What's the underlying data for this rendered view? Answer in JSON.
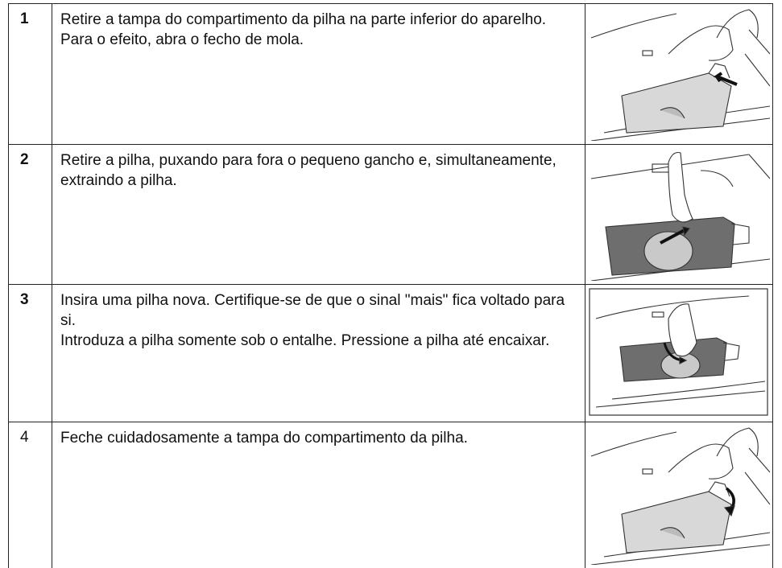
{
  "steps": [
    {
      "number": "1",
      "bold": true,
      "lines": [
        "Retire a tampa do compartimento da pilha na parte inferior do aparelho. Para o efeito, abra o fecho de mola."
      ],
      "image_icon": "open-cover-illustration"
    },
    {
      "number": "2",
      "bold": true,
      "lines": [
        "Retire a pilha, puxando para fora o pequeno gancho e, simultaneamente, extraindo a pilha."
      ],
      "image_icon": "remove-battery-illustration"
    },
    {
      "number": "3",
      "bold": true,
      "lines": [
        "Insira uma pilha nova. Certifique-se de que o sinal \"mais\" fica voltado para si.",
        "Introduza a pilha somente sob o entalhe. Pressione a pilha até encaixar."
      ],
      "image_icon": "insert-battery-illustration"
    },
    {
      "number": "4",
      "bold": false,
      "lines": [
        "Feche cuidadosamente a tampa do compartimento da pilha."
      ],
      "image_icon": "close-cover-illustration"
    }
  ]
}
